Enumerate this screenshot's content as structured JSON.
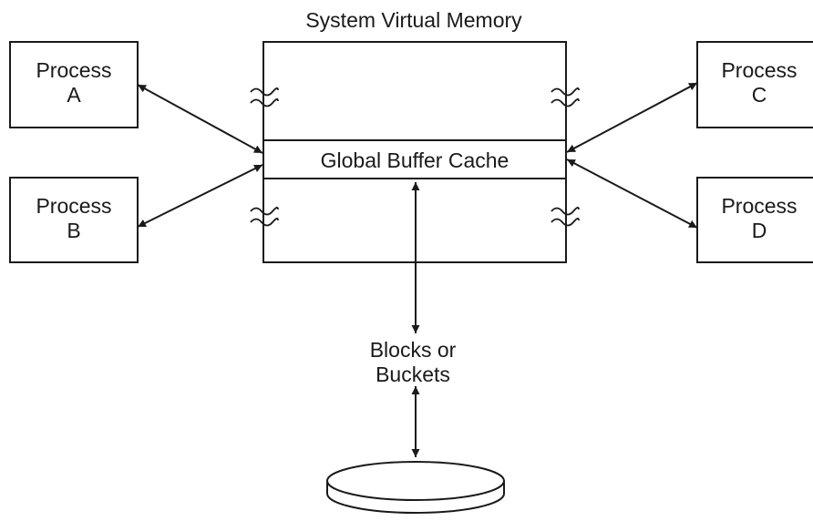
{
  "diagram": {
    "title": "System Virtual Memory",
    "cache_label": "Global Buffer Cache",
    "processes": [
      {
        "id": "A",
        "line1": "Process",
        "line2": "A"
      },
      {
        "id": "B",
        "line1": "Process",
        "line2": "B"
      },
      {
        "id": "C",
        "line1": "Process",
        "line2": "C"
      },
      {
        "id": "D",
        "line1": "Process",
        "line2": "D"
      }
    ],
    "io_label_line1": "Blocks or",
    "io_label_line2": "Buckets",
    "disk_icon": "disk-platter-icon",
    "break_icon": "memory-break-icon"
  }
}
